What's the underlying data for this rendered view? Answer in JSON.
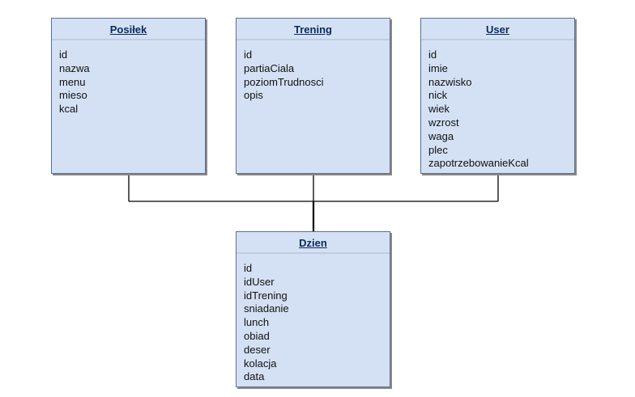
{
  "entities": {
    "posilek": {
      "title": "Posiłek",
      "attributes": [
        "id",
        "nazwa",
        "menu",
        "mieso",
        "kcal"
      ]
    },
    "trening": {
      "title": "Trening",
      "attributes": [
        "id",
        "partiaCiala",
        "poziomTrudnosci",
        "opis"
      ]
    },
    "user": {
      "title": "User",
      "attributes": [
        "id",
        "imie",
        "nazwisko",
        "nick",
        "wiek",
        "wzrost",
        "waga",
        "plec",
        "zapotrzebowanieKcal"
      ]
    },
    "dzien": {
      "title": "Dzien",
      "attributes": [
        "id",
        "idUser",
        "idTrening",
        "sniadanie",
        "lunch",
        "obiad",
        "deser",
        "kolacja",
        "data"
      ]
    }
  },
  "colors": {
    "entity_fill": "#d4e1f5",
    "entity_border": "#5a7090",
    "title_text": "#0b2a5a",
    "connector": "#000000"
  }
}
